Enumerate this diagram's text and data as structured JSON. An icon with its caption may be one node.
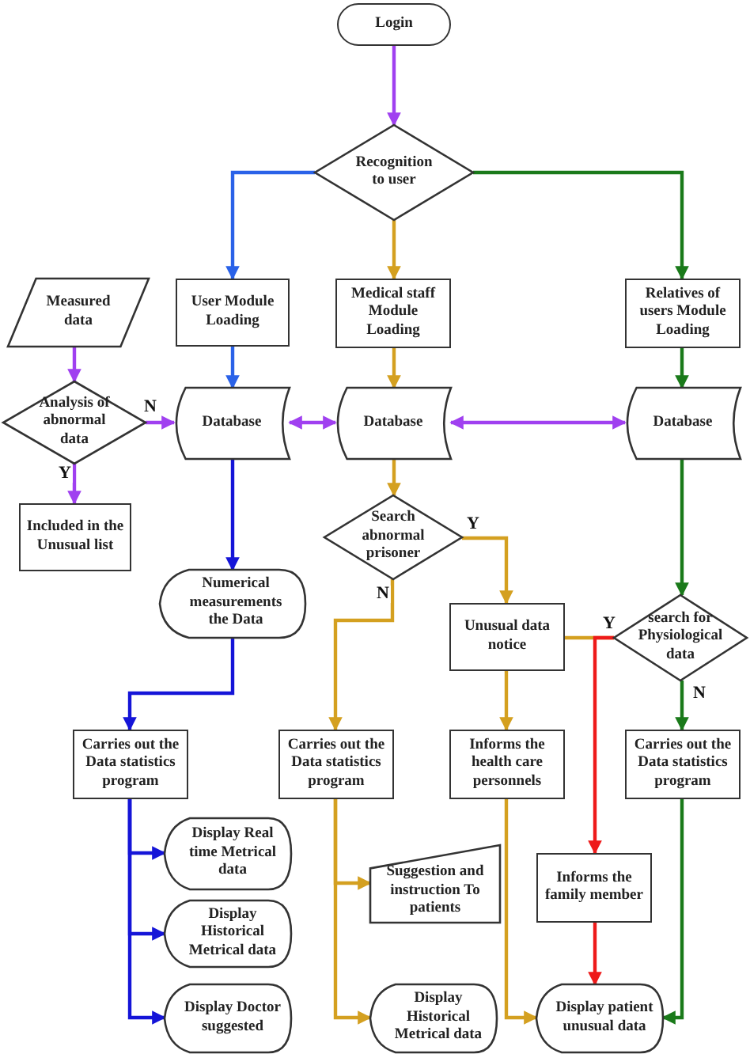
{
  "diagram": {
    "nodes": [
      {
        "text": [
          "Login"
        ]
      },
      {
        "text": [
          "Recognition to user"
        ]
      },
      {
        "text": [
          "Measured data"
        ]
      },
      {
        "text": [
          "User Module Loading"
        ]
      },
      {
        "text": [
          "Medical staff Module Loading"
        ]
      },
      {
        "text": [
          "Relatives of users Module Loading"
        ]
      },
      {
        "text": [
          "Analysis of abnormal data"
        ]
      },
      {
        "text": [
          "Database"
        ]
      },
      {
        "text": [
          "Database"
        ]
      },
      {
        "text": [
          "Database"
        ]
      },
      {
        "text": [
          "Included in the Unusual list"
        ]
      },
      {
        "text": [
          "Search abnormal prisoner"
        ]
      },
      {
        "text": [
          "Numerical measurements the Data"
        ]
      },
      {
        "text": [
          "Unusual data notice"
        ]
      },
      {
        "text": [
          "search for Physiological data"
        ]
      },
      {
        "text": [
          "Carries out the Data statistics program"
        ]
      },
      {
        "text": [
          "Carries out the Data statistics program"
        ]
      },
      {
        "text": [
          "Informs the health care personnels"
        ]
      },
      {
        "text": [
          "Carries out the Data statistics program"
        ]
      },
      {
        "text": [
          "Display Real time Metrical data"
        ]
      },
      {
        "text": [
          "Suggestion and instruction To patients"
        ]
      },
      {
        "text": [
          "Informs the family member"
        ]
      },
      {
        "text": [
          "Display Historical Metrical data"
        ]
      },
      {
        "text": [
          "Display Doctor suggested"
        ]
      },
      {
        "text": [
          "Display Historical Metrical data"
        ]
      },
      {
        "text": [
          "Display patient unusual data"
        ]
      }
    ],
    "edges": [
      {
        "from": 0,
        "to": 1,
        "arrow": "to",
        "color": "#a040f0"
      },
      {
        "from": 1,
        "to": 3,
        "arrow": "to",
        "color": "#2a62e8"
      },
      {
        "from": 1,
        "to": 4,
        "arrow": "to",
        "color": "#d4a020"
      },
      {
        "from": 1,
        "to": 5,
        "arrow": "to",
        "color": "#1a7a1a"
      },
      {
        "from": 2,
        "to": 6,
        "arrow": "to",
        "color": "#a040f0"
      },
      {
        "from": 6,
        "to": 7,
        "arrow": "to",
        "label": "N",
        "color": "#a040f0"
      },
      {
        "from": 6,
        "to": 10,
        "arrow": "to",
        "label": "Y",
        "color": "#a040f0"
      },
      {
        "from": 3,
        "to": 7,
        "arrow": "to",
        "color": "#2a62e8"
      },
      {
        "from": 4,
        "to": 8,
        "arrow": "to",
        "color": "#d4a020"
      },
      {
        "from": 5,
        "to": 9,
        "arrow": "to",
        "color": "#1a7a1a"
      },
      {
        "from": 7,
        "to": 8,
        "arrow": "both",
        "color": "#a040f0"
      },
      {
        "from": 8,
        "to": 9,
        "arrow": "both",
        "color": "#a040f0"
      },
      {
        "from": 7,
        "to": 12,
        "arrow": "to",
        "color": "#1515d8"
      },
      {
        "from": 8,
        "to": 11,
        "arrow": "to",
        "color": "#d4a020"
      },
      {
        "from": 11,
        "to": 13,
        "arrow": "to",
        "label": "Y",
        "color": "#d4a020"
      },
      {
        "from": 11,
        "to": 16,
        "arrow": "to",
        "label": "N",
        "color": "#d4a020"
      },
      {
        "from": 9,
        "to": 14,
        "arrow": "to",
        "color": "#1a7a1a"
      },
      {
        "from": 14,
        "to": 13,
        "arrow": "none",
        "color": "#d4a020"
      },
      {
        "from": 14,
        "to": 21,
        "arrow": "to",
        "label": "Y",
        "color": "#ee1a1a"
      },
      {
        "from": 14,
        "to": 18,
        "arrow": "to",
        "label": "N",
        "color": "#1a7a1a"
      },
      {
        "from": 12,
        "to": 15,
        "arrow": "to",
        "color": "#1515d8"
      },
      {
        "from": 13,
        "to": 17,
        "arrow": "to",
        "color": "#d4a020"
      },
      {
        "from": 15,
        "to": 19,
        "arrow": "to",
        "color": "#1515d8"
      },
      {
        "from": 15,
        "to": 22,
        "arrow": "to",
        "color": "#1515d8"
      },
      {
        "from": 15,
        "to": 23,
        "arrow": "to",
        "color": "#1515d8"
      },
      {
        "from": 16,
        "to": 20,
        "arrow": "to",
        "color": "#d4a020"
      },
      {
        "from": 16,
        "to": 24,
        "arrow": "to",
        "color": "#d4a020"
      },
      {
        "from": 17,
        "to": 25,
        "arrow": "to",
        "color": "#d4a020"
      },
      {
        "from": 21,
        "to": 25,
        "arrow": "to",
        "color": "#ee1a1a"
      },
      {
        "from": 18,
        "to": 25,
        "arrow": "to",
        "color": "#1a7a1a"
      }
    ]
  }
}
